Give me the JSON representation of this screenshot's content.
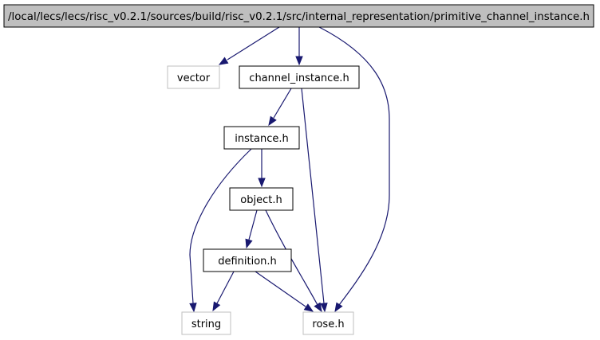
{
  "graph": {
    "nodes": [
      {
        "id": "root",
        "label": "/local/lecs/lecs/risc_v0.2.1/sources/build/risc_v0.2.1/src/internal_representation/primitive_channel_instance.h",
        "kind": "root"
      },
      {
        "id": "vector",
        "label": "vector",
        "kind": "external"
      },
      {
        "id": "channel_instance",
        "label": "channel_instance.h",
        "kind": "file"
      },
      {
        "id": "instance",
        "label": "instance.h",
        "kind": "file"
      },
      {
        "id": "object",
        "label": "object.h",
        "kind": "file"
      },
      {
        "id": "definition",
        "label": "definition.h",
        "kind": "file"
      },
      {
        "id": "string",
        "label": "string",
        "kind": "external"
      },
      {
        "id": "rose",
        "label": "rose.h",
        "kind": "external"
      }
    ],
    "edges": [
      {
        "from": "root",
        "to": "vector"
      },
      {
        "from": "root",
        "to": "channel_instance"
      },
      {
        "from": "root",
        "to": "rose"
      },
      {
        "from": "channel_instance",
        "to": "instance"
      },
      {
        "from": "channel_instance",
        "to": "rose"
      },
      {
        "from": "instance",
        "to": "object"
      },
      {
        "from": "instance",
        "to": "string"
      },
      {
        "from": "object",
        "to": "definition"
      },
      {
        "from": "object",
        "to": "rose"
      },
      {
        "from": "definition",
        "to": "string"
      },
      {
        "from": "definition",
        "to": "rose"
      }
    ],
    "colors": {
      "edge": "#191970",
      "root_fill": "#bfbfbf",
      "external_border": "#bfbfbf",
      "file_border": "#000000"
    }
  }
}
